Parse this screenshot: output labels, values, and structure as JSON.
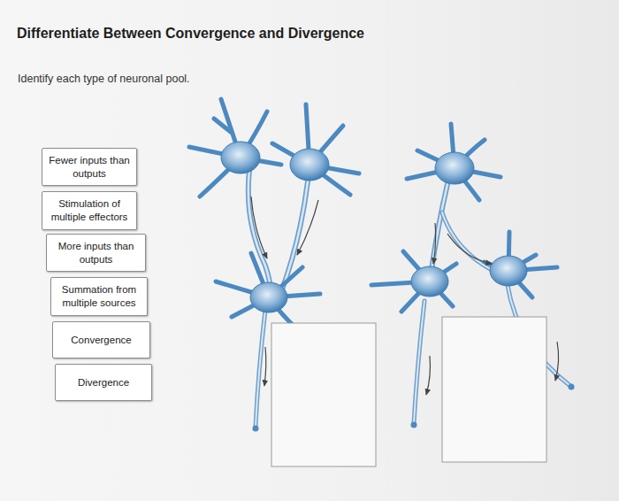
{
  "diagram": {
    "title": "Differentiate Between Convergence and Divergence",
    "nodes": [
      {
        "text": [
          "Fewer inputs than outputs"
        ]
      },
      {
        "text": [
          "Stimulation of multiple effectors"
        ]
      },
      {
        "text": [
          "More inputs than outputs"
        ]
      },
      {
        "text": [
          "Summation from multiple sources"
        ]
      },
      {
        "text": [
          "Convergence"
        ]
      },
      {
        "text": [
          "Divergence"
        ]
      }
    ],
    "labels": [
      "Identify each type of neuronal pool."
    ]
  }
}
